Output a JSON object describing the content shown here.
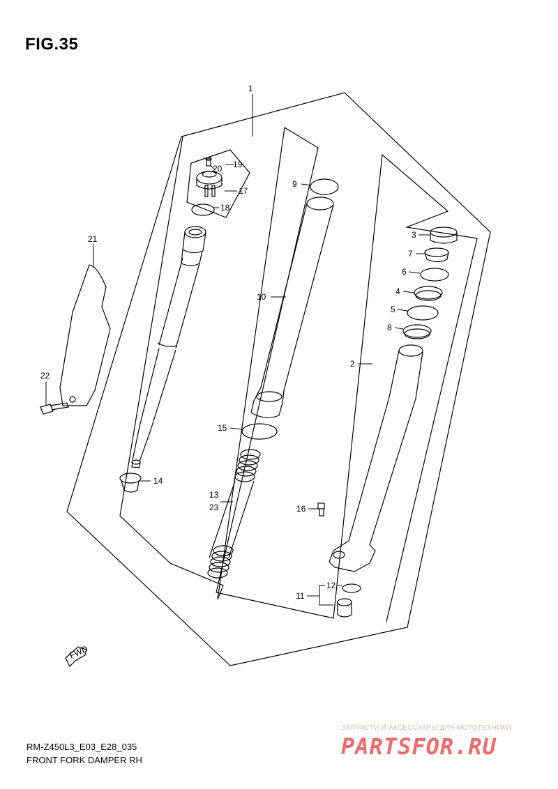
{
  "figure": {
    "title": "FIG.35",
    "code": "RM-Z450L3_E03_E28_035",
    "name": "FRONT FORK DAMPER RH",
    "fwd_label": "FWD"
  },
  "callouts": {
    "c1": "1",
    "c2": "2",
    "c3": "3",
    "c4": "4",
    "c5": "5",
    "c6": "6",
    "c7": "7",
    "c8": "8",
    "c9": "9",
    "c10": "10",
    "c11": "11",
    "c12": "12",
    "c13": "13",
    "c14": "14",
    "c15": "15",
    "c16": "16",
    "c17": "17",
    "c18": "18",
    "c19": "19",
    "c20": "20",
    "c21": "21",
    "c22": "22",
    "c23": "23"
  },
  "watermark": {
    "tagline": "ЗАПЧАСТИ И АКСЕССУАРЫ ДЛЯ МОТОТЕХНИКИ",
    "logo": "PARTSFOR.RU"
  }
}
